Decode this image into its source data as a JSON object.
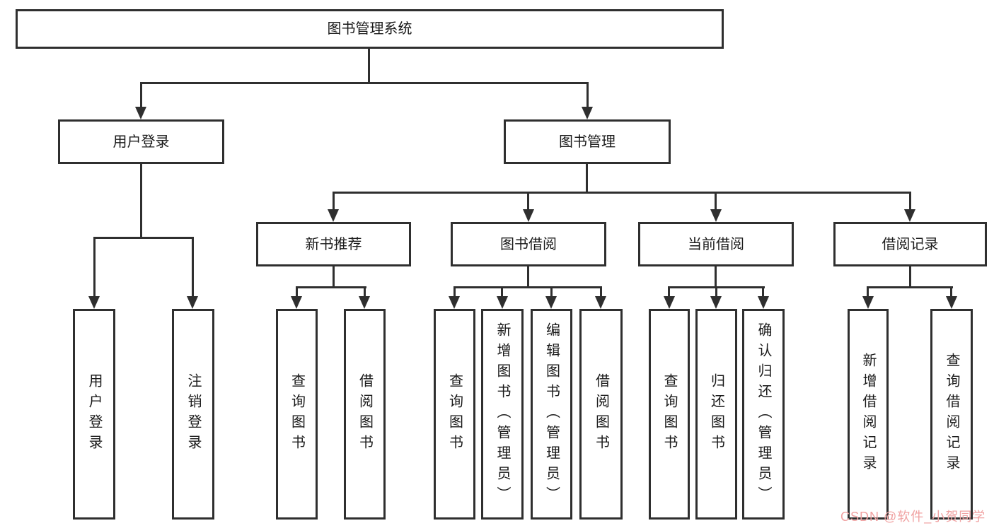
{
  "diagram": {
    "root": {
      "label": "图书管理系统",
      "children": [
        {
          "label": "用户登录",
          "children": [
            {
              "label": "用户登录"
            },
            {
              "label": "注销登录"
            }
          ]
        },
        {
          "label": "图书管理",
          "children": [
            {
              "label": "新书推荐",
              "children": [
                {
                  "label": "查询图书"
                },
                {
                  "label": "借阅图书"
                }
              ]
            },
            {
              "label": "图书借阅",
              "children": [
                {
                  "label": "查询图书"
                },
                {
                  "label": "新增图书（管理员）"
                },
                {
                  "label": "编辑图书（管理员）"
                },
                {
                  "label": "借阅图书"
                }
              ]
            },
            {
              "label": "当前借阅",
              "children": [
                {
                  "label": "查询图书"
                },
                {
                  "label": "归还图书"
                },
                {
                  "label": "确认归还（管理员）"
                }
              ]
            },
            {
              "label": "借阅记录",
              "children": [
                {
                  "label": "新增借阅记录"
                },
                {
                  "label": "查询借阅记录"
                }
              ]
            }
          ]
        }
      ]
    },
    "line_color": "#2f2f2f",
    "box_background": "#ffffff"
  },
  "watermark": {
    "text": "CSDN @软件_小贺同学",
    "color": "#f0a2a2"
  }
}
